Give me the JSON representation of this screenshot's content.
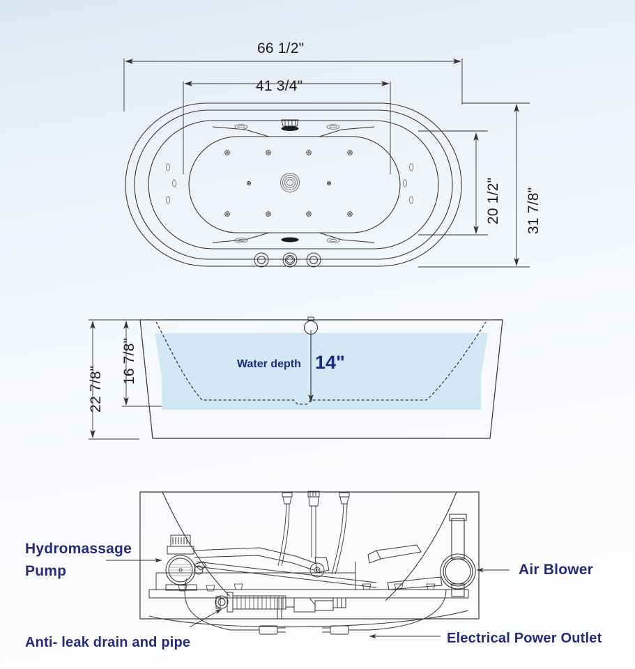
{
  "document": {
    "title": "Freestanding Whirlpool Bathtub Dimension Drawing",
    "accent_navy": "#252a7a",
    "line_color": "#333333",
    "water_fill": "#cfe6f4"
  },
  "top_view": {
    "name": "Top view",
    "dimensions": {
      "overall_length": "66 1/2\"",
      "interior_length": "41 3/4\"",
      "interior_width": "20 1/2\"",
      "overall_width": "31 7/8\""
    },
    "features": {
      "air_jets_count": 8,
      "side_jets_per_side": 3,
      "oval_jets_count": 4,
      "control_knobs_count": 3,
      "drain": "center-drain",
      "faucet": "waterfall-faucet"
    }
  },
  "front_view": {
    "name": "Front view",
    "dimensions": {
      "overall_height": "22 7/8\"",
      "interior_height": "16 7/8\""
    },
    "water_depth_label": "Water depth",
    "water_depth_value": "14\""
  },
  "bottom_view": {
    "name": "Underside / plumbing view",
    "callouts": [
      {
        "id": "pump",
        "line1": "Hydromassage",
        "line2": "Pump"
      },
      {
        "id": "blower",
        "text": "Air  Blower"
      },
      {
        "id": "drain",
        "text": "Anti- leak drain and pipe"
      },
      {
        "id": "outlet",
        "text": "Electrical  Power  Outlet"
      }
    ]
  }
}
